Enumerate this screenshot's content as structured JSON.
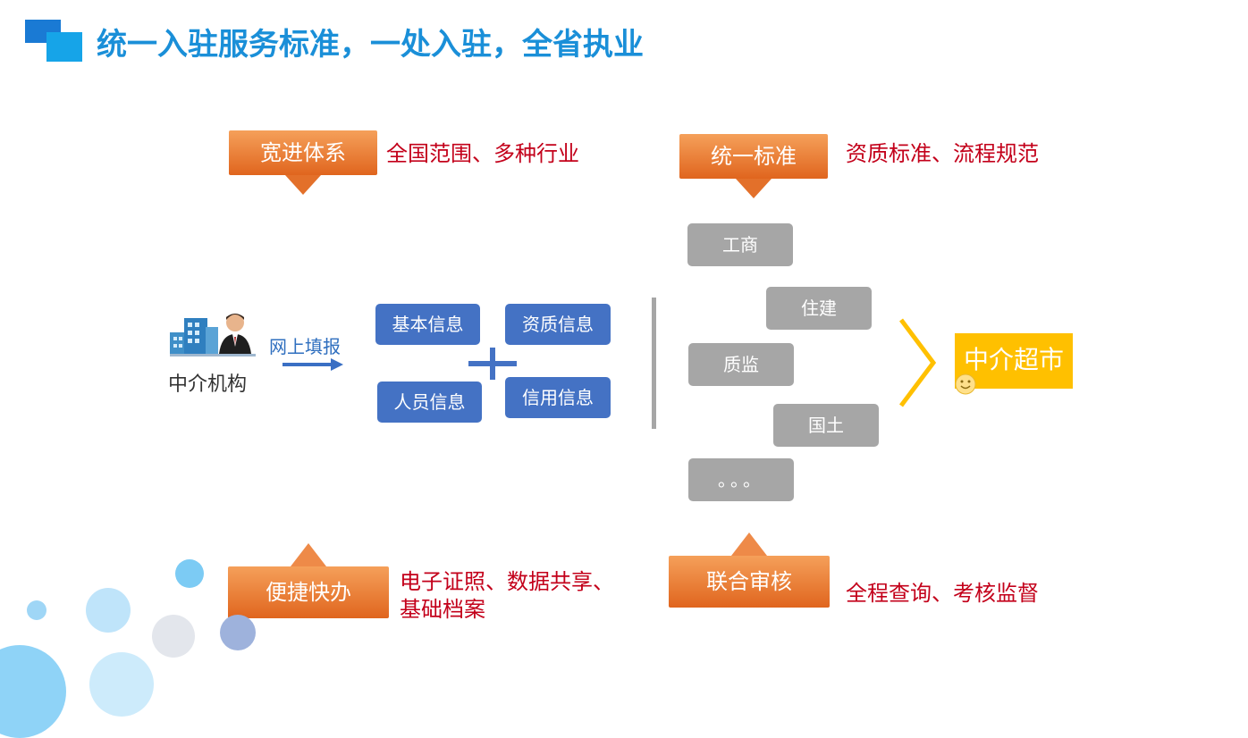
{
  "title": "统一入驻服务标准，一处入驻，全省执业",
  "top_left": {
    "button": "宽进体系",
    "desc": "全国范围、多种行业"
  },
  "top_right": {
    "button": "统一标准",
    "desc": "资质标准、流程规范"
  },
  "bottom_left": {
    "button": "便捷快办",
    "desc_line1": "电子证照、数据共享、",
    "desc_line2": "基础档案"
  },
  "bottom_right": {
    "button": "联合审核",
    "desc": "全程查询、考核监督"
  },
  "agency": {
    "label": "中介机构",
    "action": "网上填报"
  },
  "info_boxes": [
    "基本信息",
    "资质信息",
    "人员信息",
    "信用信息"
  ],
  "departments": [
    "工商",
    "住建",
    "质监",
    "国土",
    "。。。"
  ],
  "market": "中介超市",
  "colors": {
    "title": "#1a8fd8",
    "orange": "#e97a2c",
    "blue": "#4472c4",
    "gray": "#a6a6a6",
    "yellow": "#ffc000",
    "red": "#c3001a"
  }
}
